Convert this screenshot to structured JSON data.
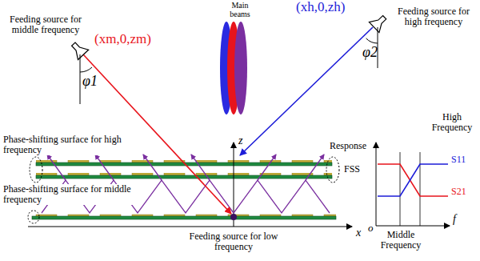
{
  "diagram": {
    "labels": [
      "Main beams",
      "(xh,0,zh)",
      "Feeding source for high frequency",
      "Feeding source for middle frequency",
      "(xm,0,zm)",
      "φ1",
      "φ2",
      "z",
      "Response",
      "High Frequency",
      "S11",
      "S21",
      "FSS",
      "o",
      "f",
      "Middle Frequency",
      "x",
      "Phase-shifting surface for high frequency",
      "Phase-shifting surface for middle frequency",
      "Feeding source for low frequency"
    ]
  }
}
